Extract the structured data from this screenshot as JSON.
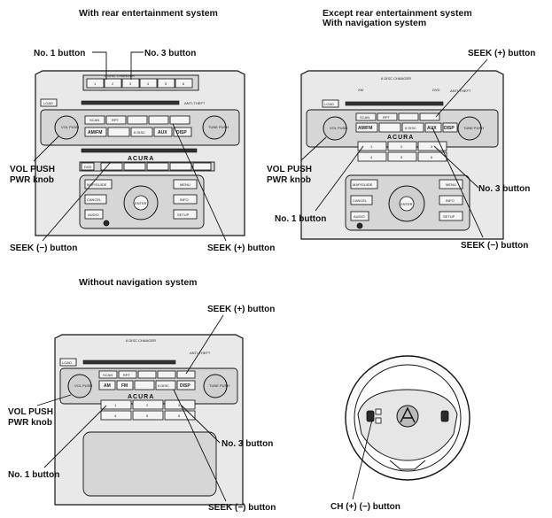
{
  "sections": {
    "rear": {
      "title": "With rear entertainment system"
    },
    "nav": {
      "title_line1": "Except rear entertainment system",
      "title_line2": "With navigation system"
    },
    "nonav": {
      "title": "Without navigation system"
    }
  },
  "callouts": {
    "no1": "No. 1 button",
    "no3": "No. 3 button",
    "vol_line1": "VOL PUSH",
    "vol_line2": "PWR knob",
    "seek_minus": "SEEK (−) button",
    "seek_plus": "SEEK (+) button",
    "ch": "CH (+) (−) button"
  },
  "panel_labels": {
    "load": "LOAD",
    "acura": "ACURA",
    "am_fm": "AM/FM",
    "am": "AM",
    "fm": "FM",
    "aux": "AUX",
    "disp": "DISP",
    "scan": "SCAN",
    "rpt": "RPT",
    "cancel": "CANCEL",
    "audio": "AUDIO",
    "setup": "SETUP",
    "menu": "MENU",
    "info": "INFO",
    "enter": "ENTER",
    "map_guide": "MAP/GUIDE",
    "vol": "VOL PUSH",
    "tune": "TUNE PUSH",
    "six_disc": "6 DISC",
    "xm": "XM",
    "dvd": "DVD",
    "changer": "6 DISC CHANGER",
    "antitheft": "ANTI-THEFT",
    "presets": [
      "1",
      "2",
      "3",
      "4",
      "5",
      "6"
    ]
  }
}
